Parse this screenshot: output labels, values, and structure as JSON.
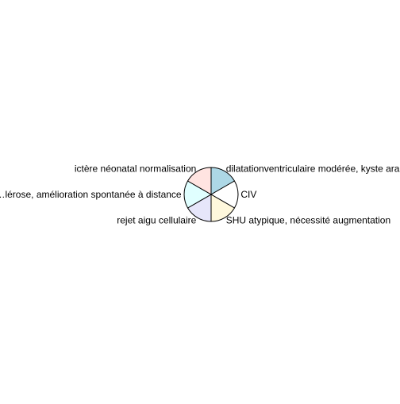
{
  "chart_data": {
    "type": "pie",
    "title": "",
    "slices": [
      {
        "label": "dilatationventriculaire modérée, kyste arachnoïdien",
        "value": 1,
        "color": "#add8e6"
      },
      {
        "label": "CIV",
        "value": 1,
        "color": "#ffffff"
      },
      {
        "label": "SHU atypique, nécessité augmentation",
        "value": 1,
        "color": "#fff8dc"
      },
      {
        "label": "rejet aigu cellulaire",
        "value": 1,
        "color": "#e6e6fa"
      },
      {
        "label": "…lérose, amélioration spontanée à distance",
        "value": 1,
        "color": "#e0ffff"
      },
      {
        "label": "ictère néonatal normalisation",
        "value": 1,
        "color": "#ffe4e1"
      }
    ],
    "start_angle_deg": 90,
    "direction": "clockwise",
    "border_color": "#000000"
  }
}
